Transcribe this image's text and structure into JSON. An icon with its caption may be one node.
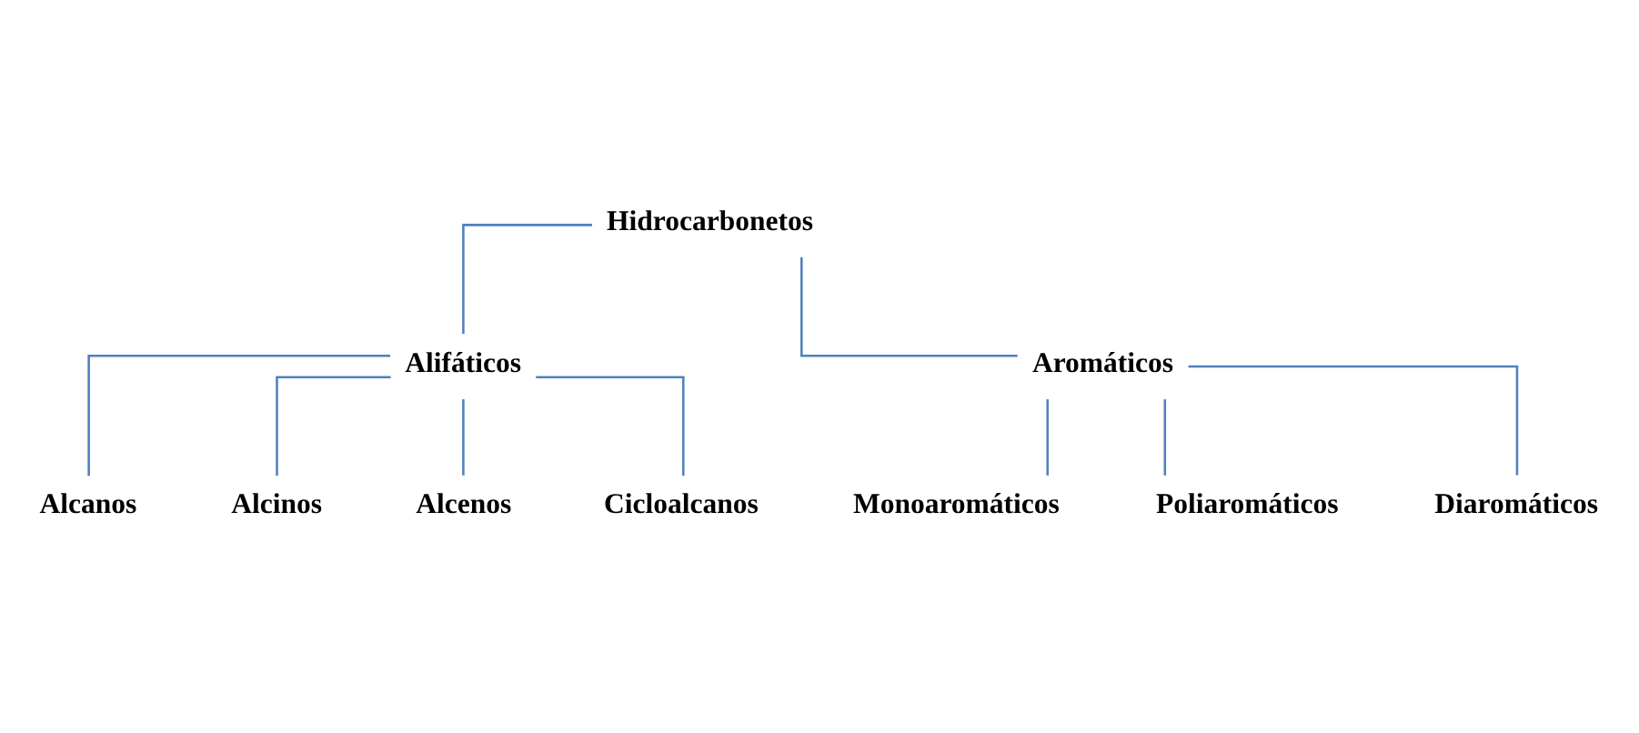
{
  "diagram": {
    "nodes": [
      {
        "text": [
          "Hidrocarbonetos"
        ]
      },
      {
        "text": [
          "Alifáticos"
        ]
      },
      {
        "text": [
          "Aromáticos"
        ]
      },
      {
        "text": [
          "Alcanos"
        ]
      },
      {
        "text": [
          "Alcinos"
        ]
      },
      {
        "text": [
          "Alcenos"
        ]
      },
      {
        "text": [
          "Cicloalcanos"
        ]
      },
      {
        "text": [
          "Monoaromáticos"
        ]
      },
      {
        "text": [
          "Poliaromáticos"
        ]
      },
      {
        "text": [
          "Diaromáticos"
        ]
      }
    ],
    "edges": [
      {
        "from": 0,
        "to": 1,
        "arrow": "none"
      },
      {
        "from": 0,
        "to": 2,
        "arrow": "none"
      },
      {
        "from": 1,
        "to": 3,
        "arrow": "none"
      },
      {
        "from": 1,
        "to": 4,
        "arrow": "none"
      },
      {
        "from": 1,
        "to": 5,
        "arrow": "none"
      },
      {
        "from": 1,
        "to": 6,
        "arrow": "none"
      },
      {
        "from": 2,
        "to": 7,
        "arrow": "none"
      },
      {
        "from": 2,
        "to": 8,
        "arrow": "none"
      },
      {
        "from": 2,
        "to": 9,
        "arrow": "none"
      }
    ]
  }
}
